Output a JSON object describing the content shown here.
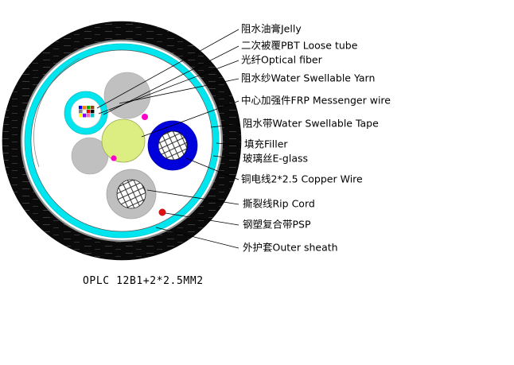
{
  "diagram": {
    "title_caption": "OPLC 12B1+2*2.5MM2",
    "labels": [
      {
        "id": "jelly",
        "cn": "阻水油膏",
        "en": "Jelly",
        "text": "阻水油膏Jelly"
      },
      {
        "id": "pbt-loose-tube",
        "cn": "二次被覆",
        "en": "PBT Loose tube",
        "text": "二次被覆PBT Loose tube"
      },
      {
        "id": "optical-fiber",
        "cn": "光纤",
        "en": "Optical fiber",
        "text": "光纤Optical fiber"
      },
      {
        "id": "swellable-yarn",
        "cn": "阻水纱",
        "en": "Water Swellable Yarn",
        "text": "阻水纱Water Swellable Yarn"
      },
      {
        "id": "frp-messenger",
        "cn": "中心加强件",
        "en": "FRP Messenger wire",
        "text": "中心加强件FRP Messenger wire"
      },
      {
        "id": "swellable-tape",
        "cn": "阻水带",
        "en": "Water Swellable Tape",
        "text": "阻水带Water Swellable Tape"
      },
      {
        "id": "filler",
        "cn": "填充",
        "en": "Filler",
        "text": "填充Filler"
      },
      {
        "id": "e-glass",
        "cn": "玻璃丝",
        "en": "E-glass",
        "text": "玻璃丝E-glass"
      },
      {
        "id": "copper-wire",
        "cn": "铜电线",
        "en": "2*2.5 Copper Wire",
        "text": "铜电线2*2.5 Copper Wire"
      },
      {
        "id": "rip-cord",
        "cn": "撕裂线",
        "en": "Rip Cord",
        "text": "撕裂线Rip Cord"
      },
      {
        "id": "psp",
        "cn": "钢塑复合带",
        "en": "PSP",
        "text": "钢塑复合带PSP"
      },
      {
        "id": "outer-sheath",
        "cn": "外护套",
        "en": "Outer sheath",
        "text": "外护套Outer sheath"
      }
    ],
    "colors": {
      "outer_sheath": "#0a0a0a",
      "psp": "#9a9a9a",
      "water_swellable_tape": "#00e5ee",
      "core_fill": "#ffffff",
      "loose_tube_outer": "#00e5ee",
      "loose_tube_inner": "#ffffff",
      "frp_messenger": "#dcee82",
      "copper_insulation_blue": "#0000dd",
      "copper_insulation_gray": "#bfbfbf",
      "filler_gray": "#c0c0c0",
      "rip_cord": "#e01010",
      "e_glass": "#ff00c8",
      "conductor_hatch": "#ffffff",
      "leader_line": "#000000"
    },
    "fiber_colors": [
      "#0000ff",
      "#ff7f00",
      "#00b000",
      "#8b4513",
      "#808080",
      "#ffffff",
      "#ff0000",
      "#000000",
      "#ffff00",
      "#8000ff",
      "#ff69b4",
      "#00cccc"
    ]
  }
}
